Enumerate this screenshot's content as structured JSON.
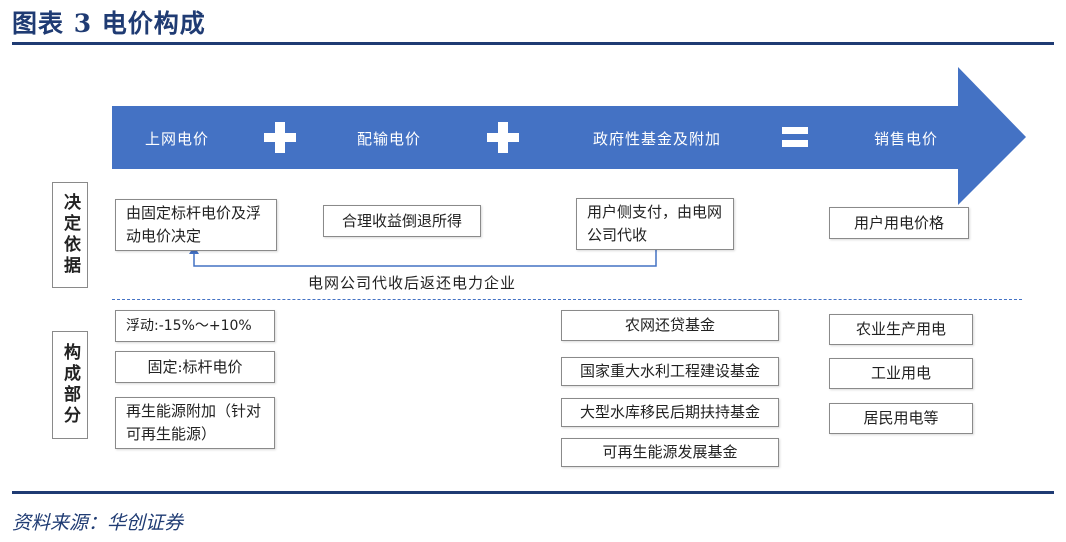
{
  "figure": {
    "title": "图表 3   电价构成",
    "source": "资料来源：华创证券"
  },
  "arrow": {
    "color": "#4472c4",
    "labels": [
      "上网电价",
      "配输电价",
      "政府性基金及附加",
      "销售电价"
    ],
    "operators": [
      "plus",
      "plus",
      "equals"
    ]
  },
  "sections": {
    "basis": "决定依据",
    "composition": "构成部分"
  },
  "basis_boxes": {
    "grid_price": "由固定标杆电价及浮动电价决定",
    "transmission": "合理收益倒退所得",
    "gov_fund": "用户侧支付，由电网公司代收",
    "sales": "用户用电价格",
    "return_flow": "电网公司代收后返还电力企业"
  },
  "composition_boxes": {
    "grid_price": [
      "浮动:-15%～+10%",
      "固定:标杆电价",
      "再生能源附加（针对可再生能源）"
    ],
    "gov_fund": [
      "农网还贷基金",
      "国家重大水利工程建设基金",
      "大型水库移民后期扶持基金",
      "可再生能源发展基金"
    ],
    "sales": [
      "农业生产用电",
      "工业用电",
      "居民用电等"
    ]
  }
}
